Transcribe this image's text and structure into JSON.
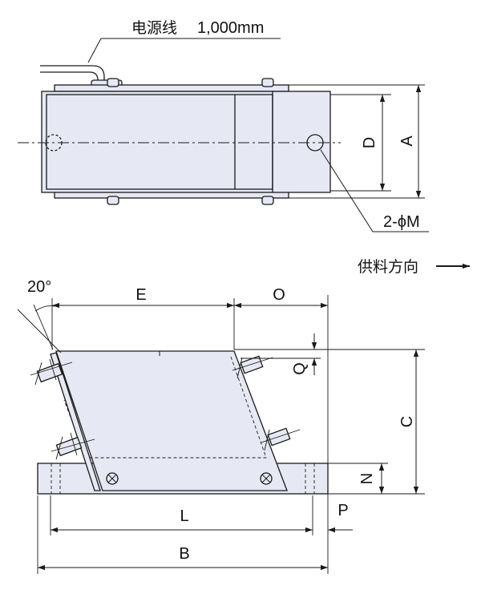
{
  "cable_label": "电源线",
  "cable_length": "1,000mm",
  "hole_label": "2-ϕM",
  "feed_direction": "供料方向",
  "angle": "20°",
  "dims": {
    "A": "A",
    "D": "D",
    "E": "E",
    "O": "O",
    "Q": "Q",
    "C": "C",
    "N": "N",
    "L": "L",
    "P": "P",
    "B": "B"
  },
  "colors": {
    "body_fill": "#e6e9f4",
    "line": "#1a1a1a",
    "bg": "#ffffff"
  }
}
